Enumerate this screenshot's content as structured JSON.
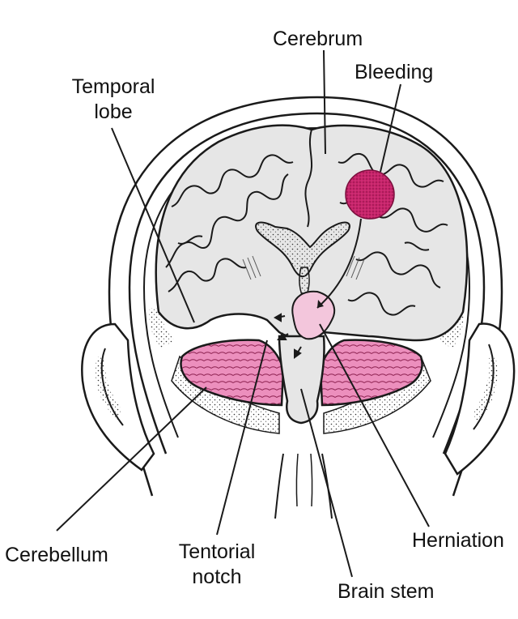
{
  "labels": {
    "cerebrum": "Cerebrum",
    "bleeding": "Bleeding",
    "temporal_lobe_line1": "Temporal",
    "temporal_lobe_line2": "lobe",
    "cerebellum": "Cerebellum",
    "tentorial_notch_line1": "Tentorial",
    "tentorial_notch_line2": "notch",
    "herniation": "Herniation",
    "brain_stem": "Brain stem"
  },
  "colors": {
    "bleeding": "#c8246b",
    "cerebellum": "#ec8fbd",
    "herniation": "#f3c6dc",
    "brain_fill": "#e6e6e6",
    "outline": "#1a1a1a"
  }
}
